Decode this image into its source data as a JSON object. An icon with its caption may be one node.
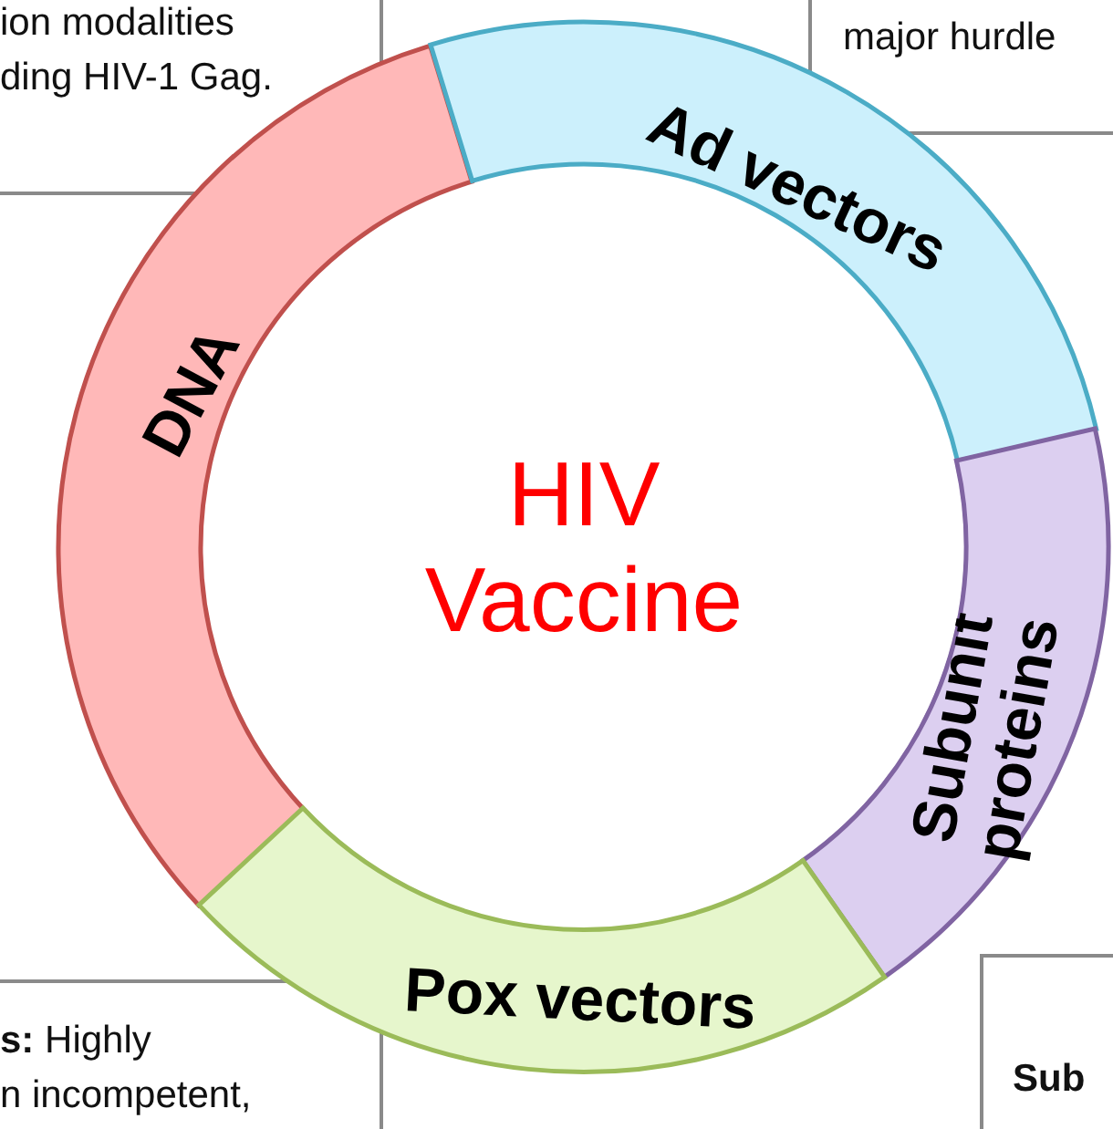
{
  "diagram": {
    "nodes": [
      {
        "text": [
          "ion modalities ding HIV-1 Gag."
        ]
      },
      {
        "text": [
          "major hurdle"
        ]
      },
      {
        "text": [
          "**s:** Highly n incompetent,"
        ]
      },
      {
        "text": [
          "Sub"
        ]
      },
      {
        "text": [
          "DNA"
        ]
      },
      {
        "text": [
          "Ad vectors"
        ]
      },
      {
        "text": [
          "Subunit proteins"
        ]
      },
      {
        "text": [
          "Pox vectors"
        ]
      },
      {
        "text": [
          "HIV Vaccine"
        ]
      }
    ]
  }
}
